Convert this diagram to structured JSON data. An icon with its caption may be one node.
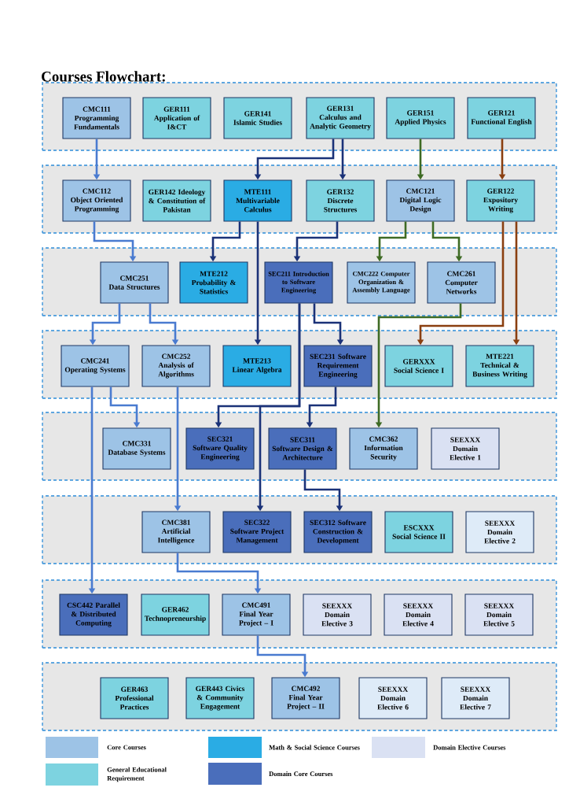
{
  "diagram": {
    "title": "Courses Flowchart:",
    "nodes": [
      {
        "text": [],
        "shape": "box"
      },
      {
        "text": [
          "CMC111 Programming Fundamentals"
        ],
        "in": 0
      },
      {
        "text": [
          "GER111 Application of I&CT"
        ],
        "in": 0
      },
      {
        "text": [
          "GER141 Islamic Studies"
        ],
        "in": 0
      },
      {
        "text": [
          "GER131 Calculus and Analytic Geometry"
        ],
        "in": 0
      },
      {
        "text": [
          "GER151 Applied Physics"
        ],
        "in": 0
      },
      {
        "text": [
          "GER121 Functional English"
        ],
        "in": 0
      },
      {
        "text": [],
        "shape": "box"
      },
      {
        "text": [
          "CMC112 Object Oriented Programming"
        ],
        "in": 7
      },
      {
        "text": [
          "GER142 Ideology & Constitution of Pakistan"
        ],
        "in": 7
      },
      {
        "text": [
          "MTE111 Multivariable Calculus"
        ],
        "in": 7
      },
      {
        "text": [
          "GER132 Discrete Structures"
        ],
        "in": 7
      },
      {
        "text": [
          "CMC121 Digital Logic Design"
        ],
        "in": 7
      },
      {
        "text": [
          "GER122 Expository Writing"
        ],
        "in": 7
      },
      {
        "text": [],
        "shape": "box"
      },
      {
        "text": [
          "CMC251 Data Structures"
        ],
        "in": 14
      },
      {
        "text": [
          "MTE212 Probability & Statistics"
        ],
        "in": 14
      },
      {
        "text": [
          "SEC211 Introduction to Software Engineering"
        ],
        "in": 14
      },
      {
        "text": [
          "CMC222 Computer Organization & Assembly Language"
        ],
        "in": 14
      },
      {
        "text": [
          "CMC261 Computer Networks"
        ],
        "in": 14
      },
      {
        "text": [],
        "shape": "box"
      },
      {
        "text": [
          "CMC241 Operating Systems"
        ],
        "in": 20
      },
      {
        "text": [
          "CMC252 Analysis of Algorithms"
        ],
        "in": 20
      },
      {
        "text": [
          "MTE213 Linear Algebra"
        ],
        "in": 20
      },
      {
        "text": [
          "SEC231 Software Requirement Engineering"
        ],
        "in": 20
      },
      {
        "text": [
          "GERXXX Social Science I"
        ],
        "in": 20
      },
      {
        "text": [
          "MTE221 Technical & Business Writing"
        ],
        "in": 20
      },
      {
        "text": [],
        "shape": "box"
      },
      {
        "text": [
          "CMC331 Database Systems"
        ],
        "in": 27
      },
      {
        "text": [
          "SEC321 Software Quality Engineering"
        ],
        "in": 27
      },
      {
        "text": [
          "SEC311 Software Design & Architecture"
        ],
        "in": 27
      },
      {
        "text": [
          "CMC362 Information Security"
        ],
        "in": 27
      },
      {
        "text": [
          "SEEXXX Domain Elective 1"
        ],
        "in": 27
      },
      {
        "text": [],
        "shape": "box"
      },
      {
        "text": [
          "CMC381 Artificial Intelligence"
        ],
        "in": 33
      },
      {
        "text": [
          "SEC322 Software Project Management"
        ],
        "in": 33
      },
      {
        "text": [
          "SEC312 Software Construction & Development"
        ],
        "in": 33
      },
      {
        "text": [
          "ESCXXX Social Science II"
        ],
        "in": 33
      },
      {
        "text": [
          "SEEXXX Domain Elective 2"
        ],
        "in": 33
      },
      {
        "text": [],
        "shape": "box"
      },
      {
        "text": [
          "CSC442 Parallel & Distributed Computing"
        ],
        "in": 39
      },
      {
        "text": [
          "GER462 Technopreneurship"
        ],
        "in": 39
      },
      {
        "text": [
          "CMC491 Final Year Project – I"
        ],
        "in": 39
      },
      {
        "text": [
          "SEEXXX Domain Elective 3"
        ],
        "in": 39
      },
      {
        "text": [
          "SEEXXX Domain Elective 4"
        ],
        "in": 39
      },
      {
        "text": [
          "SEEXXX Domain Elective 5"
        ],
        "in": 39
      },
      {
        "text": [],
        "shape": "box"
      },
      {
        "text": [
          "GER463 Professional Practices"
        ],
        "in": 46
      },
      {
        "text": [
          "GER443 Civics & Community Engagement"
        ],
        "in": 46
      },
      {
        "text": [
          "CMC492 Final Year Project – II"
        ],
        "in": 46
      },
      {
        "text": [
          "SEEXXX Domain Elective 6"
        ],
        "in": 46
      },
      {
        "text": [
          "SEEXXX Domain Elective 7"
        ],
        "in": 46
      }
    ],
    "edges": [
      {
        "from": 1,
        "to": 8,
        "arrow": "to",
        "color": "#4a7bd0"
      },
      {
        "from": 4,
        "to": 10,
        "arrow": "to"
      },
      {
        "from": 4,
        "to": 11,
        "arrow": "to"
      },
      {
        "from": 5,
        "to": 12,
        "arrow": "to",
        "color": "#3e6b24"
      },
      {
        "from": 6,
        "to": 13,
        "arrow": "to",
        "color": "#8a3f10"
      },
      {
        "from": 8,
        "to": 15,
        "arrow": "to",
        "color": "#4a7bd0"
      },
      {
        "from": 10,
        "to": 16,
        "arrow": "to"
      },
      {
        "from": 10,
        "to": 23,
        "arrow": "to"
      },
      {
        "from": 11,
        "to": 17,
        "arrow": "to"
      },
      {
        "from": 12,
        "to": 18,
        "arrow": "to",
        "color": "#3e6b24"
      },
      {
        "from": 12,
        "to": 19,
        "arrow": "to",
        "color": "#3e6b24"
      },
      {
        "from": 13,
        "to": 25,
        "arrow": "to",
        "color": "#8a3f10"
      },
      {
        "from": 13,
        "to": 26,
        "arrow": "to",
        "color": "#8a3f10"
      },
      {
        "from": 15,
        "to": 21,
        "arrow": "to",
        "color": "#4a7bd0"
      },
      {
        "from": 15,
        "to": 22,
        "arrow": "to",
        "color": "#4a7bd0"
      },
      {
        "from": 17,
        "to": 24,
        "arrow": "to"
      },
      {
        "from": 17,
        "to": 29,
        "arrow": "to"
      },
      {
        "from": 17,
        "to": 35,
        "arrow": "to"
      },
      {
        "from": 19,
        "to": 31,
        "arrow": "to",
        "color": "#3e6b24"
      },
      {
        "from": 21,
        "to": 28,
        "arrow": "to",
        "color": "#4a7bd0"
      },
      {
        "from": 21,
        "to": 40,
        "arrow": "to",
        "color": "#4a7bd0"
      },
      {
        "from": 22,
        "to": 34,
        "arrow": "to",
        "color": "#4a7bd0"
      },
      {
        "from": 24,
        "to": 30,
        "arrow": "to"
      },
      {
        "from": 30,
        "to": 36,
        "arrow": "to"
      },
      {
        "from": 34,
        "to": 42,
        "arrow": "to",
        "color": "#4a7bd0"
      },
      {
        "from": 42,
        "to": 49,
        "arrow": "to",
        "color": "#4a7bd0"
      }
    ],
    "legend": [
      {
        "text": "Core Courses",
        "color": "#9dc3e6"
      },
      {
        "text": "Math & Social Science Courses",
        "color": "#2aace4"
      },
      {
        "text": "Domain Elective Courses",
        "color": "#dae1f3"
      },
      {
        "text": "General Educational Requirement",
        "color": "#7dd3e0"
      },
      {
        "text": "Domain Core Courses",
        "color": "#4a6ebb"
      }
    ]
  }
}
